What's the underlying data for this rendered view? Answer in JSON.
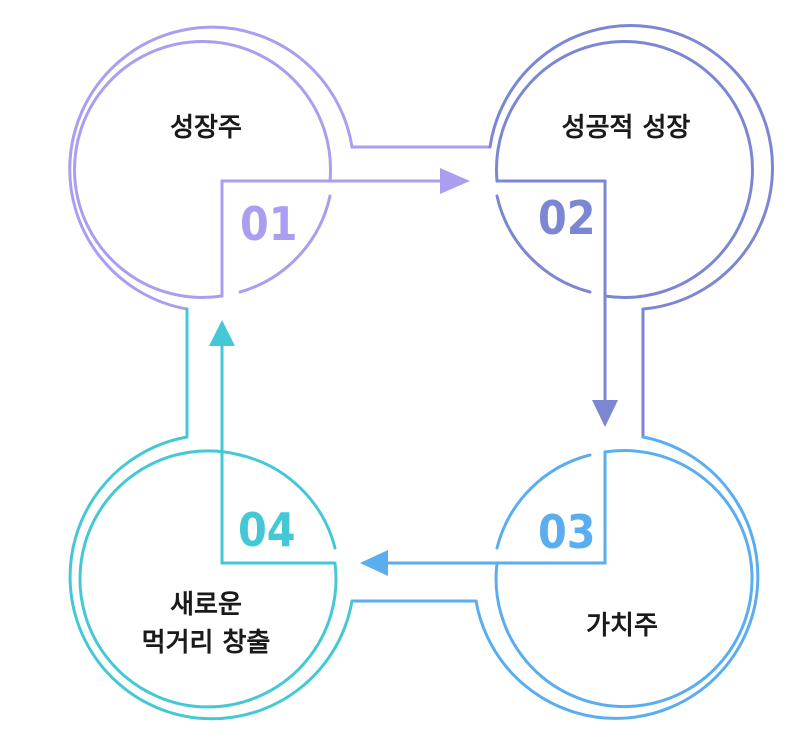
{
  "colors": {
    "step1": "#ab9ef0",
    "step2": "#7c87d4",
    "step3": "#5aaef0",
    "step4": "#45c8d6"
  },
  "steps": [
    {
      "number": "01",
      "label": "성장주"
    },
    {
      "number": "02",
      "label": "성공적 성장"
    },
    {
      "number": "03",
      "label": "가치주"
    },
    {
      "number": "04",
      "label_line1": "새로운",
      "label_line2": "먹거리 창출"
    }
  ]
}
